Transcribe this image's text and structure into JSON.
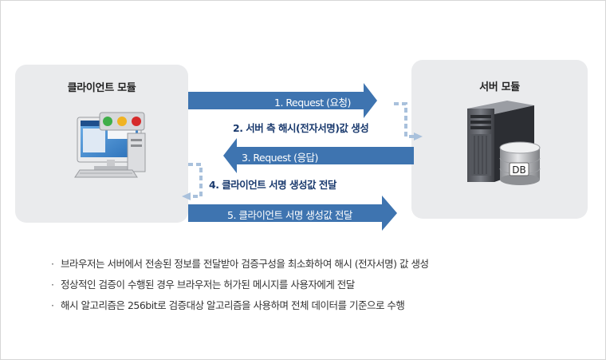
{
  "client": {
    "title": "클라이언트 모듈"
  },
  "server": {
    "title": "서버 모듈",
    "db_label": "DB"
  },
  "steps": [
    {
      "label": "1. Request  (요청)"
    },
    {
      "label": "2. 서버 측 해시(전자서명)값 생성"
    },
    {
      "label": "3. Request (응답)"
    },
    {
      "label": "4. 클라이언트 서명 생성값 전달"
    },
    {
      "label": "5. 클라이언트 서명 생성값 전달"
    }
  ],
  "notes": [
    "브라우저는 서버에서 전송된 정보를 전달받아 검증구성을 최소화하여 해시 (전자서명) 값 생성",
    "정상적인 검증이 수행된 경우 브라우저는 허가된 메시지를 사용자에게 전달",
    "해시 알고리즘은 256bit로 검증대상 알고리즘을 사용하며 전체 데이터를 기준으로 수행"
  ],
  "colors": {
    "arrow": "#3e74b0",
    "dashed": "#a9c1dc",
    "label": "#1a3a6e",
    "panel": "#eaebed"
  },
  "icons": {
    "client": "desktop-computer-icon",
    "server": "server-tower-icon",
    "db": "database-icon"
  }
}
